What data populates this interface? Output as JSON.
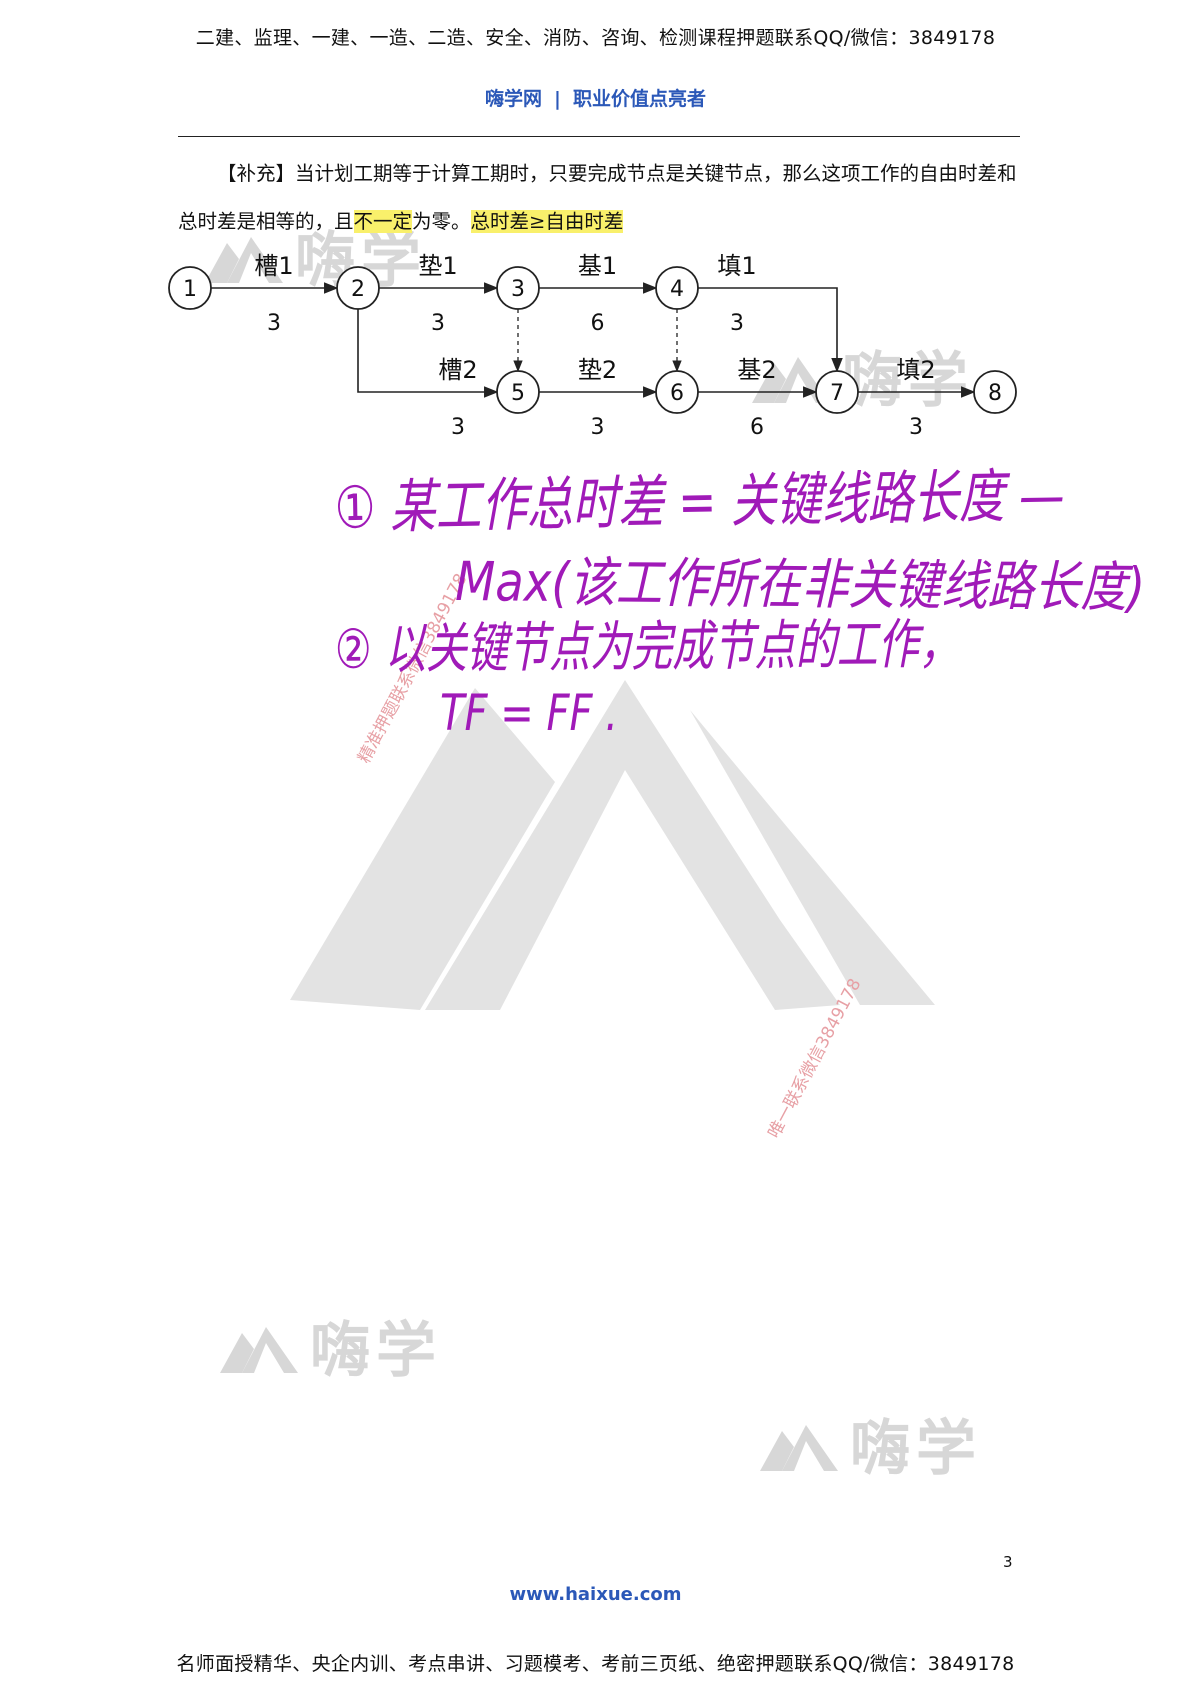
{
  "header": {
    "top_banner": "二建、监理、一建、一造、二造、安全、消防、咨询、检测课程押题联系QQ/微信：3849178",
    "site_name": "嗨学网",
    "separator": "|",
    "slogan": "职业价值点亮者"
  },
  "paragraph": {
    "lead": "【补充】当计划工期等于计算工期时，只要完成节点是关键节点，那么这项工作的自由时差和总时差是相等的，且",
    "highlight_1": "不一定",
    "middle": "为零。",
    "highlight_2": "总时差≥自由时差"
  },
  "network": {
    "nodes": [
      "1",
      "2",
      "3",
      "4",
      "5",
      "6",
      "7",
      "8"
    ],
    "activities": [
      {
        "from": "1",
        "to": "2",
        "name": "槽1",
        "duration": "3"
      },
      {
        "from": "2",
        "to": "3",
        "name": "垫1",
        "duration": "3"
      },
      {
        "from": "3",
        "to": "4",
        "name": "基1",
        "duration": "6"
      },
      {
        "from": "4",
        "to": "7",
        "name": "填1",
        "duration": "3"
      },
      {
        "from": "2",
        "to": "5",
        "name": "槽2",
        "duration": "3"
      },
      {
        "from": "5",
        "to": "6",
        "name": "垫2",
        "duration": "3"
      },
      {
        "from": "6",
        "to": "7",
        "name": "基2",
        "duration": "6"
      },
      {
        "from": "7",
        "to": "8",
        "name": "填2",
        "duration": "3"
      }
    ],
    "dummy_activities": [
      {
        "from": "3",
        "to": "5"
      },
      {
        "from": "4",
        "to": "6"
      }
    ]
  },
  "handwritten_notes": {
    "note_1_line_1": "① 某工作总时差 = 关键线路长度 —",
    "note_1_line_2": "Max(该工作所在非关键线路长度)",
    "note_2_line_1": "② 以关键节点为完成节点的工作，",
    "note_2_line_2": "TF = FF ."
  },
  "watermarks": {
    "logo_text": "嗨学",
    "stamp_1": "精准押题联系微信3849178",
    "stamp_2": "唯一联系微信3849178"
  },
  "footer": {
    "page_number": "3",
    "website": "www.haixue.com",
    "bottom_banner": "名师面授精华、央企内训、考点串讲、习题模考、考前三页纸、绝密押题联系QQ/微信：3849178"
  },
  "colors": {
    "link_blue": "#2b58b8",
    "highlight_yellow": "#f9f06b",
    "ink_purple": "#a01ab8",
    "watermark_gray": "#d7d7d7",
    "stamp_pink": "#e7a0a5"
  }
}
